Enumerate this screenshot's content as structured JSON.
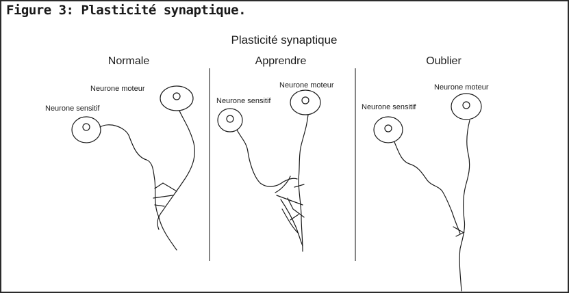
{
  "figure": {
    "caption": "Figure 3: Plasticité synaptique.",
    "title": "Plasticité synaptique"
  },
  "panels": [
    {
      "heading": "Normale",
      "sensory_label": "Neurone sensitif",
      "motor_label": "Neurone moteur"
    },
    {
      "heading": "Apprendre",
      "sensory_label": "Neurone sensitif",
      "motor_label": "Neurone moteur"
    },
    {
      "heading": "Oublier",
      "sensory_label": "Neurone sensitif",
      "motor_label": "Neurone moteur"
    }
  ],
  "colors": {
    "ink": "#1a1a1a",
    "frame": "#2b2b2b"
  }
}
